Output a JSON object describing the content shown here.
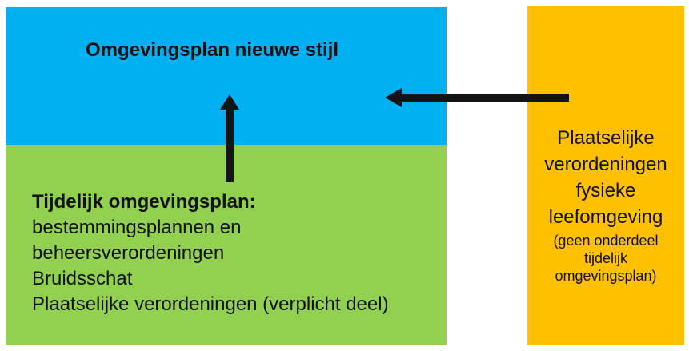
{
  "colors": {
    "background": "#FFFFFF",
    "box_blue": "#00B0F0",
    "box_green": "#92D050",
    "box_yellow": "#FFC000",
    "arrow_black": "#141414",
    "text_dark": "#111111"
  },
  "blue_box": {
    "title": "Omgevingsplan nieuwe stijl"
  },
  "green_box": {
    "heading": "Tijdelijk omgevingsplan:",
    "lines": [
      "bestemmingsplannen en",
      "beheersverordeningen",
      "Bruidsschat",
      "Plaatselijke verordeningen (verplicht deel)"
    ]
  },
  "yellow_box": {
    "title_lines": [
      "Plaatselijke",
      "verordeningen",
      "fysieke",
      "leefomgeving"
    ],
    "note_lines": [
      "(geen onderdeel",
      "tijdelijk",
      "omgevingsplan)"
    ]
  },
  "arrows": [
    {
      "name": "up-arrow",
      "direction": "up"
    },
    {
      "name": "left-arrow",
      "direction": "left"
    }
  ]
}
